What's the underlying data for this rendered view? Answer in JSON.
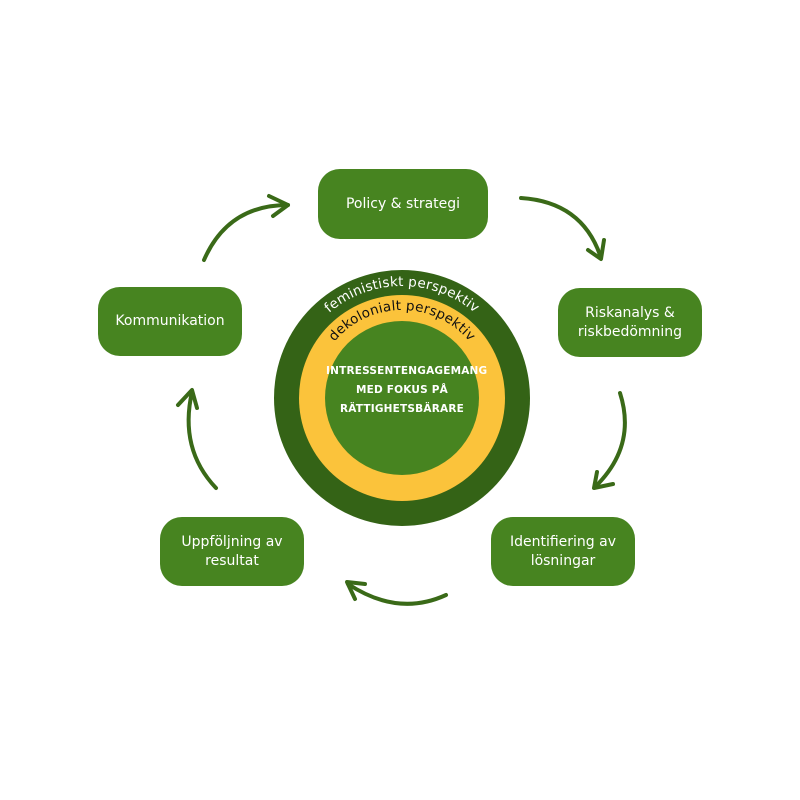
{
  "colors": {
    "box_green": "#478420",
    "outer_ring": "#346316",
    "middle_ring": "#fbc33b",
    "inner_circle": "#478420",
    "arrow": "#3a6a18",
    "text_light": "#ffffff",
    "text_dark": "#111111"
  },
  "center": {
    "outer_ring_label": "feministiskt perspektiv",
    "middle_ring_label": "dekolonialt perspektiv",
    "core_lines": [
      "INTRESSENTENGAGEMANG",
      "MED FOKUS PÅ",
      "RÄTTIGHETSBÄRARE"
    ]
  },
  "cycle": {
    "steps": [
      {
        "label": "Policy & strategi"
      },
      {
        "label": "Riskanalys &\nriskbedömning"
      },
      {
        "label": "Identifiering av\nlösningar"
      },
      {
        "label": "Uppföljning av\nresultat"
      },
      {
        "label": "Kommunikation"
      }
    ],
    "arrows": [
      {
        "icon": "curved-arrow-icon",
        "from": "Policy & strategi",
        "to": "Riskanalys & riskbedömning"
      },
      {
        "icon": "curved-arrow-icon",
        "from": "Riskanalys & riskbedömning",
        "to": "Identifiering av lösningar"
      },
      {
        "icon": "curved-arrow-icon",
        "from": "Identifiering av lösningar",
        "to": "Uppföljning av resultat"
      },
      {
        "icon": "curved-arrow-icon",
        "from": "Uppföljning av resultat",
        "to": "Kommunikation"
      },
      {
        "icon": "curved-arrow-icon",
        "from": "Kommunikation",
        "to": "Policy & strategi"
      }
    ]
  }
}
